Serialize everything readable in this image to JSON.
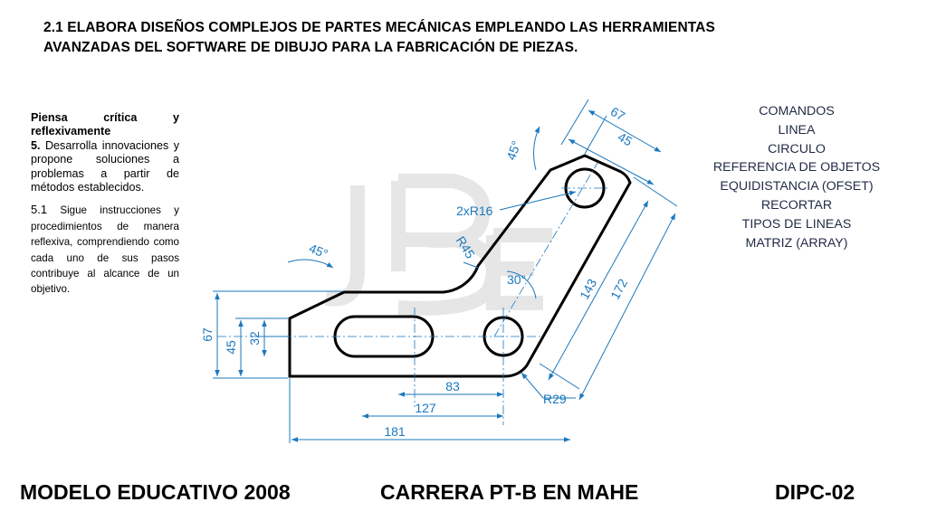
{
  "header": {
    "line1": "2.1 ELABORA DISEÑOS COMPLEJOS DE PARTES MECÁNICAS EMPLEANDO LAS HERRAMIENTAS",
    "line2": "AVANZADAS DEL SOFTWARE DE DIBUJO PARA LA FABRICACIÓN DE PIEZAS."
  },
  "left": {
    "heading": "Piensa crítica y reflexivamente",
    "item5_num": "5.",
    "item5_text": "Desarrolla innovaciones y propone soluciones a problemas a partir de métodos establecidos.",
    "item51_num": "5.1",
    "item51_text": "Sigue instrucciones y procedimientos de manera reflexiva, comprendiendo como cada uno de sus pasos contribuye al alcance de un objetivo."
  },
  "commands": {
    "items": [
      "COMANDOS",
      "LINEA",
      "CIRCULO",
      "REFERENCIA DE OBJETOS",
      "EQUIDISTANCIA (OFSET)",
      "RECORTAR",
      "TIPOS DE LINEAS",
      "MATRIZ (ARRAY)"
    ]
  },
  "drawing": {
    "dims": {
      "d67_top": "67",
      "d45_top": "45",
      "a45_top": "45°",
      "r16": "2xR16",
      "r45": "R45",
      "a45_left": "45°",
      "a30": "30°",
      "d143": "143",
      "d172": "172",
      "d67_left": "67",
      "d45_left": "45",
      "d32": "32",
      "d83": "83",
      "d127": "127",
      "d181": "181",
      "r29": "R29"
    },
    "colors": {
      "dimension": "#1b78be",
      "outline": "#000000"
    }
  },
  "footer": {
    "left": "MODELO EDUCATIVO 2008",
    "center": "CARRERA PT-B EN MAHE",
    "right": "DIPC-02"
  }
}
